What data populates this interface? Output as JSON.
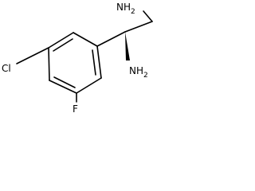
{
  "molecule": {
    "atoms": {
      "chlorine": "Cl",
      "fluorine": "F",
      "amine_top": "NH",
      "amine_top_sub": "2",
      "amine_bottom": "NH",
      "amine_bottom_sub": "2"
    }
  }
}
